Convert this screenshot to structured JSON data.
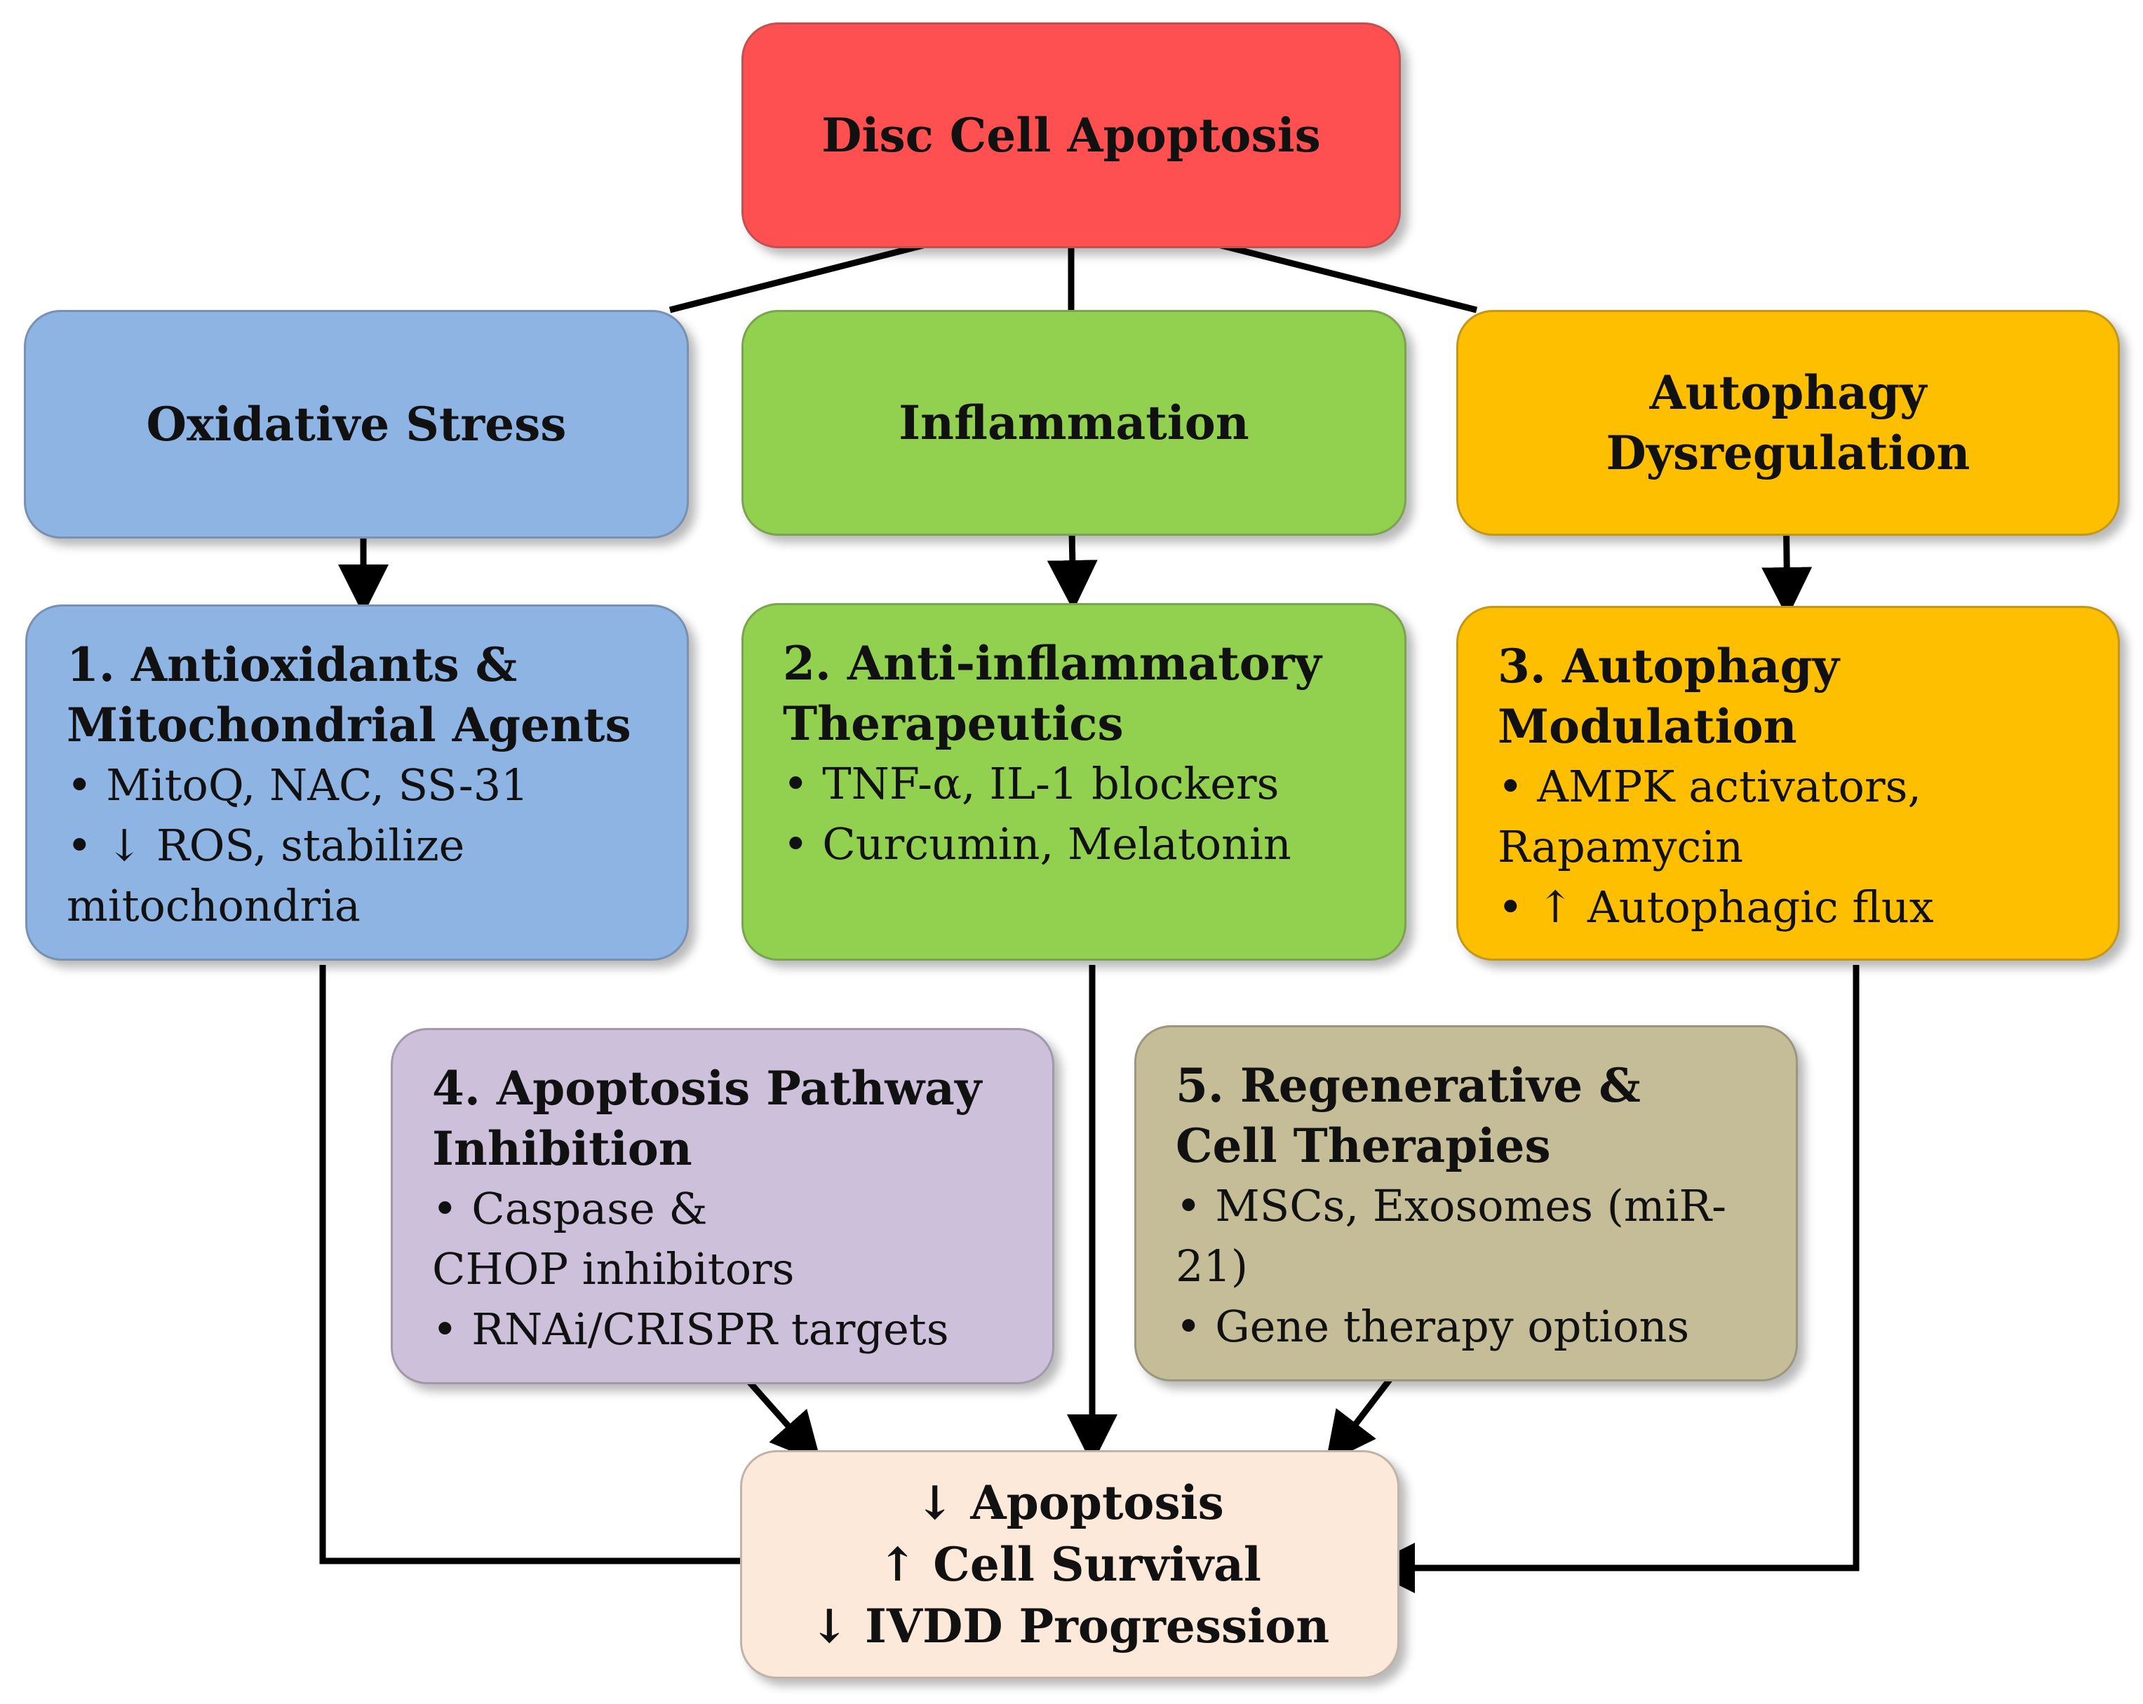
{
  "root": {
    "label": "Disc Cell Apoptosis"
  },
  "causes": [
    {
      "label": "Oxidative Stress"
    },
    {
      "label": "Inflammation"
    },
    {
      "label": "Autophagy Dysregulation"
    }
  ],
  "strategies": [
    {
      "title": "1. Antioxidants & Mitochondrial Agents",
      "bullets": [
        "• MitoQ, NAC, SS-31",
        "• ↓ ROS, stabilize mitochondria"
      ]
    },
    {
      "title": "2. Anti-inflammatory Therapeutics",
      "bullets": [
        "• TNF-α, IL-1 blockers",
        "• Curcumin, Melatonin"
      ]
    },
    {
      "title": "3. Autophagy Modulation",
      "bullets": [
        "• AMPK activators, Rapamycin",
        "• ↑ Autophagic flux"
      ]
    },
    {
      "title": "4. Apoptosis Pathway Inhibition",
      "bullets": [
        "• Caspase & CHOP inhibitors",
        "• RNAi/CRISPR targets"
      ]
    },
    {
      "title": "5. Regenerative & Cell Therapies",
      "bullets": [
        "• MSCs, Exosomes (miR-21)",
        "• Gene therapy options"
      ]
    }
  ],
  "outcome": {
    "lines": [
      "↓ Apoptosis",
      "↑ Cell Survival",
      "↓ IVDD Progression"
    ]
  },
  "colors": {
    "root": "#fe5050",
    "oxidative": "#8eb4e3",
    "inflammation": "#92d050",
    "autophagy": "#fdbf00",
    "apoptosis_inhibition": "#ccc0da",
    "regenerative": "#c4bd97",
    "outcome": "#fce9da",
    "connector": "#000000"
  }
}
